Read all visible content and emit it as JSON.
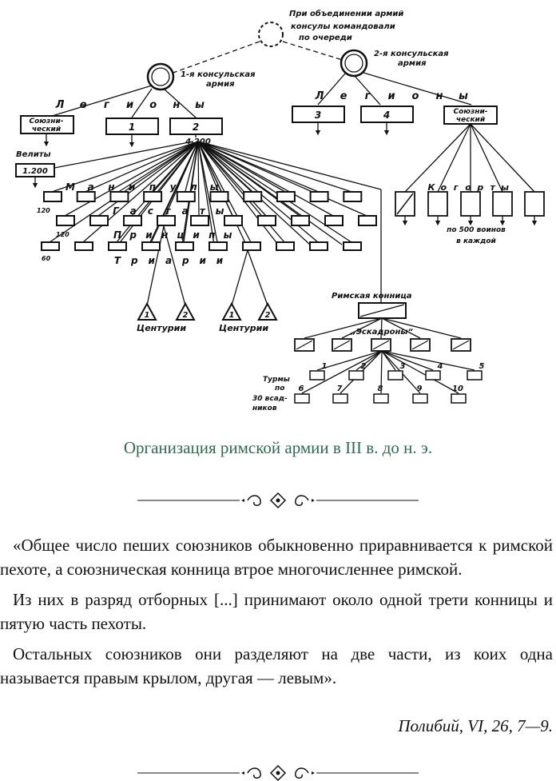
{
  "diagram": {
    "note_lines": [
      "При объединении армий",
      "консулы командовали",
      "по очереди"
    ],
    "army1_lines": [
      "1-я консульская",
      "армия"
    ],
    "army2_lines": [
      "2-я консульская",
      "армия"
    ],
    "legions1_letters": [
      "Л",
      "е",
      "г",
      "и",
      "о",
      "н",
      "ы"
    ],
    "legions2_letters": [
      "Л",
      "е",
      "г",
      "и",
      "о",
      "н",
      "ы"
    ],
    "allied_lines": [
      "Союзни-",
      "ческий"
    ],
    "legion_nums": [
      "1",
      "2",
      "3",
      "4"
    ],
    "legion_strength": "4.200",
    "velites_label": "Велиты",
    "velites_count": "1.200",
    "manipuly_letters": [
      "М",
      "а",
      "н",
      "и",
      "п",
      "у",
      "л",
      "ы"
    ],
    "hastaty_letters": [
      "Г",
      "а",
      "с",
      "т",
      "а",
      "т",
      "ы"
    ],
    "principy_letters": [
      "П",
      "р",
      "и",
      "н",
      "ц",
      "и",
      "п",
      "ы"
    ],
    "triarii_letters": [
      "Т",
      "р",
      "и",
      "а",
      "р",
      "и",
      "и"
    ],
    "n120a": "120",
    "n120b": "120",
    "n60": "60",
    "centuria_nums": [
      "1",
      "2",
      "1",
      "2"
    ],
    "centurii": "Центурии",
    "cohorts_letters": [
      "К",
      "о",
      "г",
      "о",
      "р",
      "т",
      "ы"
    ],
    "cohorts_note_lines": [
      "по 500 воинов",
      "в каждой"
    ],
    "cavalry_label": "Римская конница",
    "squadrons_label": "„Эскадроны“",
    "turma_nums": [
      "1",
      "2",
      "3",
      "4",
      "5",
      "6",
      "7",
      "8",
      "9",
      "10"
    ],
    "turmy_lines": [
      "Турмы",
      "по",
      "30 всад-",
      "ников"
    ]
  },
  "caption": "Организация римской армии в III  в. до н. э.",
  "quote": {
    "p1": "«Общее число пеших союзников обыкновенно приравнивается к римской пехоте, а союзническая конница втрое многочисленнее римской.",
    "p2": "Из них в разряд отборных [...] принимают около одной трети конницы и пятую часть пехоты.",
    "p3": "Остальных союзников они разделяют на две части, из коих одна называется правым крылом, другая — левым»."
  },
  "source": "Полибий, VI, 26, 7—9."
}
